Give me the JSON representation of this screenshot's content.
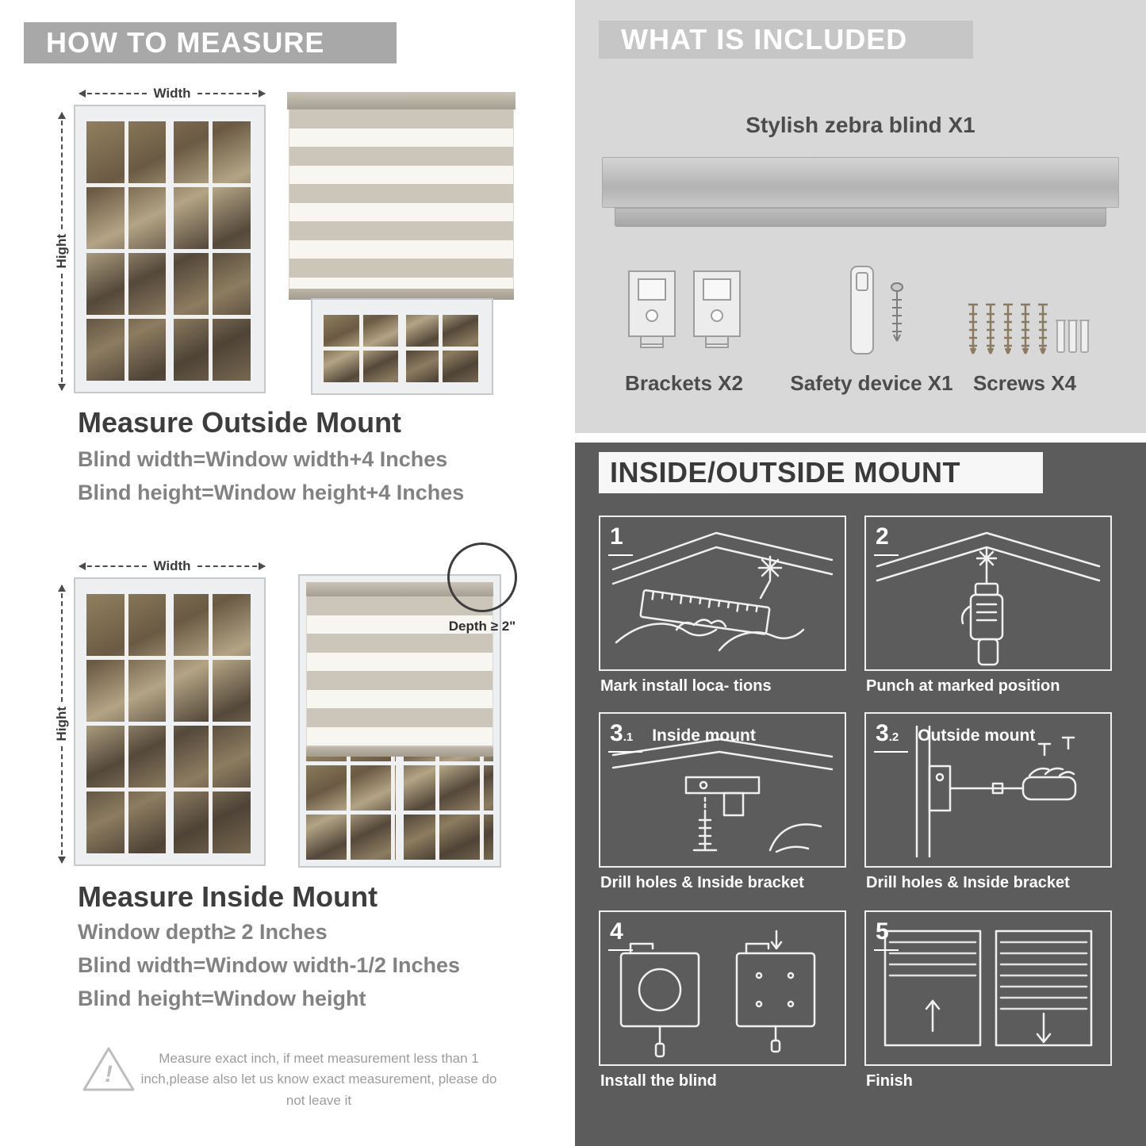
{
  "measure": {
    "banner": "HOW TO MEASURE",
    "width_label": "Width",
    "height_label": "Hight",
    "outside": {
      "heading": "Measure Outside Mount",
      "line1": "Blind width=Window width+4 Inches",
      "line2": "Blind height=Window height+4 Inches"
    },
    "inside": {
      "heading": "Measure Inside Mount",
      "depth_badge": "Depth ≥ 2\"",
      "line1": "Window depth≥ 2 Inches",
      "line2": "Blind width=Window width-1/2 Inches",
      "line3": "Blind height=Window height"
    },
    "warning": {
      "mark": "!",
      "text": "Measure exact inch, if meet measurement less than 1 inch,please also let us know exact measurement, please do not leave it"
    }
  },
  "included": {
    "banner": "WHAT IS INCLUDED",
    "product": "Stylish zebra blind X1",
    "items": [
      "Brackets X2",
      "Safety device X1",
      "Screws X4"
    ]
  },
  "mount": {
    "banner": "INSIDE/OUTSIDE MOUNT",
    "steps": [
      {
        "num": "1",
        "sub": "",
        "title": "",
        "caption": "Mark install loca- tions"
      },
      {
        "num": "2",
        "sub": "",
        "title": "",
        "caption": "Punch at  marked position"
      },
      {
        "num": "3",
        "sub": ".1",
        "title": "Inside mount",
        "caption": "Drill holes &  Inside bracket"
      },
      {
        "num": "3",
        "sub": ".2",
        "title": "Outside mount",
        "caption": "Drill holes &  Inside bracket"
      },
      {
        "num": "4",
        "sub": "",
        "title": "",
        "caption": "Install the blind"
      },
      {
        "num": "5",
        "sub": "",
        "title": "",
        "caption": "Finish"
      }
    ]
  },
  "colors": {
    "banner_gray": "#a8a8a8",
    "included_bg": "#d8d8d8",
    "mount_bg": "#5c5c5c",
    "heading_dark": "#3d3d3d",
    "text_gray": "#828282"
  }
}
